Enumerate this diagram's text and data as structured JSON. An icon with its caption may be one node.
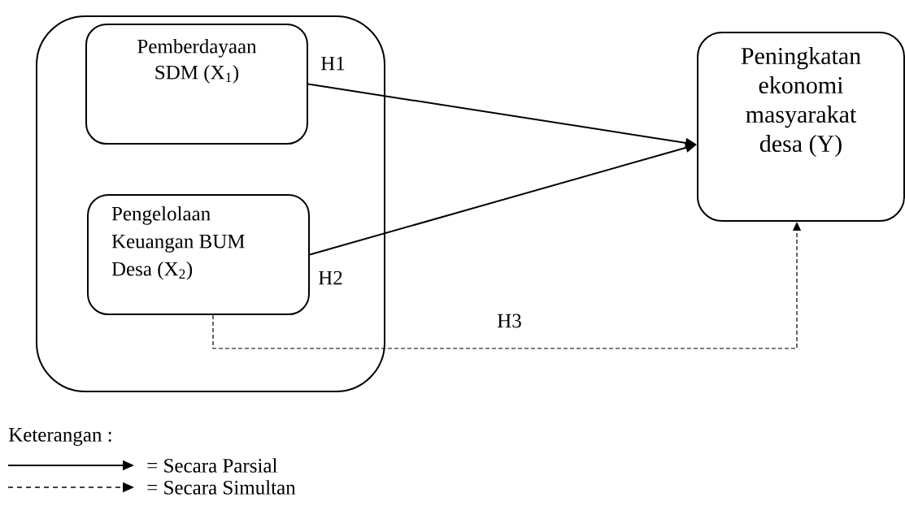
{
  "diagram": {
    "nodes": [
      {
        "text": [],
        "shape": "box"
      },
      {
        "text": [
          "Pemberdayaan SDM (X$_{1}$)"
        ],
        "in": 0
      },
      {
        "text": [
          "Pengelolaan Keuangan BUM Desa (X$_{2}$)"
        ],
        "in": 0
      },
      {
        "text": [
          "Peningkatan ekonomi masyarakat desa (Y)"
        ]
      }
    ],
    "edges": [
      {
        "from": 1,
        "to": 3,
        "arrow": "to",
        "label": "H1"
      },
      {
        "from": 2,
        "to": 3,
        "arrow": "to",
        "label": "H2"
      },
      {
        "from": 2,
        "to": 3,
        "arrow": "to",
        "label": "H3",
        "style": "dashed"
      }
    ],
    "labels": [
      "Keterangan :"
    ],
    "legend": [
      {
        "text": "= Secara Parsial"
      },
      {
        "text": "= Secara Simultan"
      }
    ]
  }
}
